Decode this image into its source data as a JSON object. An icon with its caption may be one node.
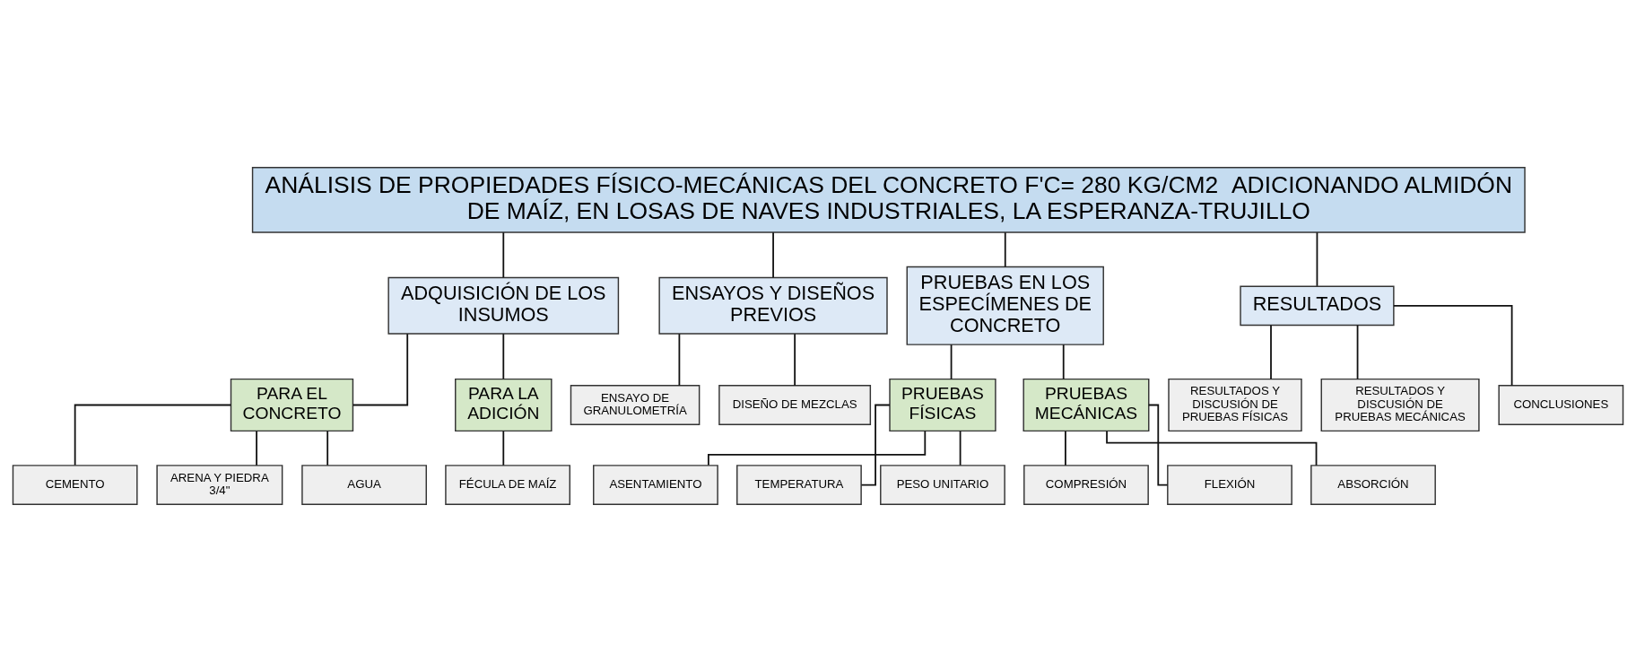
{
  "diagram": {
    "nodes": [
      {
        "text": [
          "ANÁLISIS DE PROPIEDADES FÍSICO-MECÁNICAS DEL CONCRETO F'C= 280 KG/CM2  ADICIONANDO ALMIDÓN DE MAÍZ, EN LOSAS DE NAVES INDUSTRIALES, LA ESPERANZA-TRUJILLO"
        ]
      },
      {
        "text": [
          "ADQUISICIÓN DE LOS INSUMOS"
        ]
      },
      {
        "text": [
          "ENSAYOS Y DISEÑOS PREVIOS"
        ]
      },
      {
        "text": [
          "PRUEBAS EN LOS ESPECÍMENES DE CONCRETO"
        ]
      },
      {
        "text": [
          "RESULTADOS"
        ]
      },
      {
        "text": [
          "PARA EL CONCRETO"
        ]
      },
      {
        "text": [
          "PARA LA ADICIÓN"
        ]
      },
      {
        "text": [
          "CEMENTO"
        ]
      },
      {
        "text": [
          "ARENA Y PIEDRA 3/4\""
        ]
      },
      {
        "text": [
          "AGUA"
        ]
      },
      {
        "text": [
          "FÉCULA DE MAÍZ"
        ]
      },
      {
        "text": [
          "ENSAYO DE GRANULOMETRÍA"
        ]
      },
      {
        "text": [
          "DISEÑO DE MEZCLAS"
        ]
      },
      {
        "text": [
          "PRUEBAS FÍSICAS"
        ]
      },
      {
        "text": [
          "PRUEBAS MECÁNICAS"
        ]
      },
      {
        "text": [
          "ASENTAMIENTO"
        ]
      },
      {
        "text": [
          "TEMPERATURA"
        ]
      },
      {
        "text": [
          "PESO UNITARIO"
        ]
      },
      {
        "text": [
          "COMPRESIÓN"
        ]
      },
      {
        "text": [
          "FLEXIÓN"
        ]
      },
      {
        "text": [
          "ABSORCIÓN"
        ]
      },
      {
        "text": [
          "RESULTADOS Y DISCUSIÓN DE PRUEBAS FÍSICAS"
        ]
      },
      {
        "text": [
          "RESULTADOS Y DISCUSIÓN DE PRUEBAS MECÁNICAS"
        ]
      },
      {
        "text": [
          "CONCLUSIONES"
        ]
      }
    ],
    "edges": [
      {
        "from": 0,
        "to": 1,
        "arrow": "none"
      },
      {
        "from": 0,
        "to": 2,
        "arrow": "none"
      },
      {
        "from": 0,
        "to": 3,
        "arrow": "none"
      },
      {
        "from": 0,
        "to": 4,
        "arrow": "none"
      },
      {
        "from": 1,
        "to": 5,
        "arrow": "none"
      },
      {
        "from": 1,
        "to": 6,
        "arrow": "none"
      },
      {
        "from": 5,
        "to": 7,
        "arrow": "none"
      },
      {
        "from": 5,
        "to": 8,
        "arrow": "none"
      },
      {
        "from": 5,
        "to": 9,
        "arrow": "none"
      },
      {
        "from": 6,
        "to": 10,
        "arrow": "none"
      },
      {
        "from": 2,
        "to": 11,
        "arrow": "none"
      },
      {
        "from": 2,
        "to": 12,
        "arrow": "none"
      },
      {
        "from": 3,
        "to": 13,
        "arrow": "none"
      },
      {
        "from": 3,
        "to": 14,
        "arrow": "none"
      },
      {
        "from": 13,
        "to": 15,
        "arrow": "none"
      },
      {
        "from": 13,
        "to": 16,
        "arrow": "none"
      },
      {
        "from": 13,
        "to": 17,
        "arrow": "none"
      },
      {
        "from": 14,
        "to": 18,
        "arrow": "none"
      },
      {
        "from": 14,
        "to": 19,
        "arrow": "none"
      },
      {
        "from": 14,
        "to": 20,
        "arrow": "none"
      },
      {
        "from": 4,
        "to": 21,
        "arrow": "none"
      },
      {
        "from": 4,
        "to": 22,
        "arrow": "none"
      },
      {
        "from": 4,
        "to": 23,
        "arrow": "none"
      }
    ]
  }
}
